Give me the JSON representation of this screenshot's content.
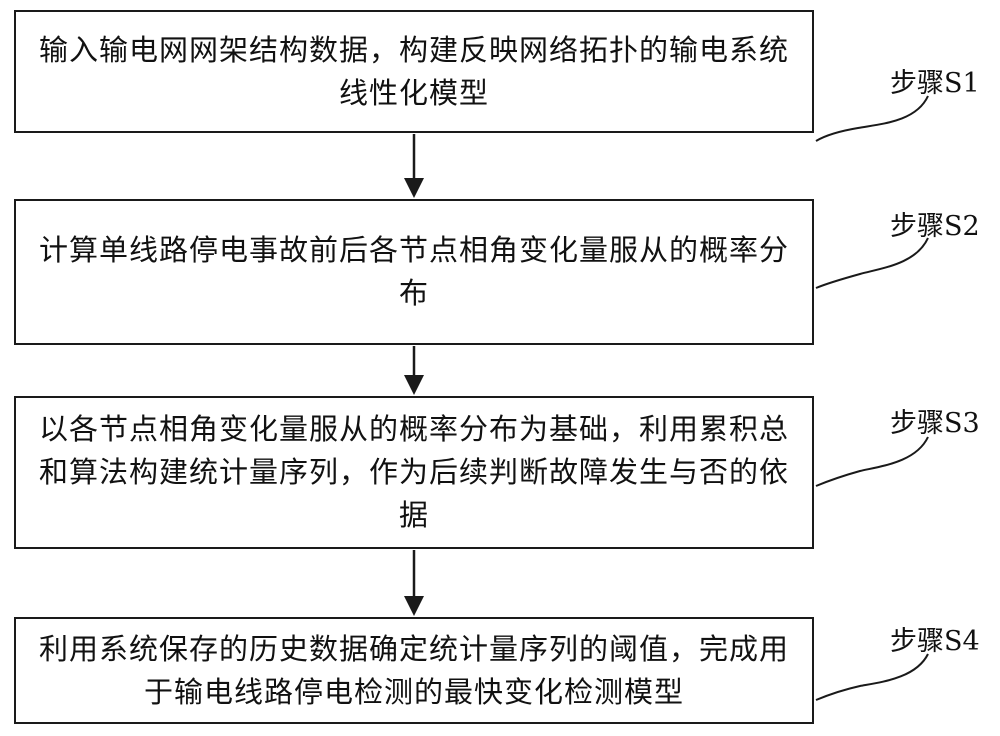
{
  "steps": [
    {
      "text": "输入输电网网架结构数据，构建反映网络拓扑的输电系统线性化模型",
      "label": "步骤S1"
    },
    {
      "text": "计算单线路停电事故前后各节点相角变化量服从的概率分布",
      "label": "步骤S2"
    },
    {
      "text": "以各节点相角变化量服从的概率分布为基础，利用累积总和算法构建统计量序列，作为后续判断故障发生与否的依据",
      "label": "步骤S3"
    },
    {
      "text": "利用系统保存的历史数据确定统计量序列的阈值，完成用于输电线路停电检测的最快变化检测模型",
      "label": "步骤S4"
    }
  ]
}
